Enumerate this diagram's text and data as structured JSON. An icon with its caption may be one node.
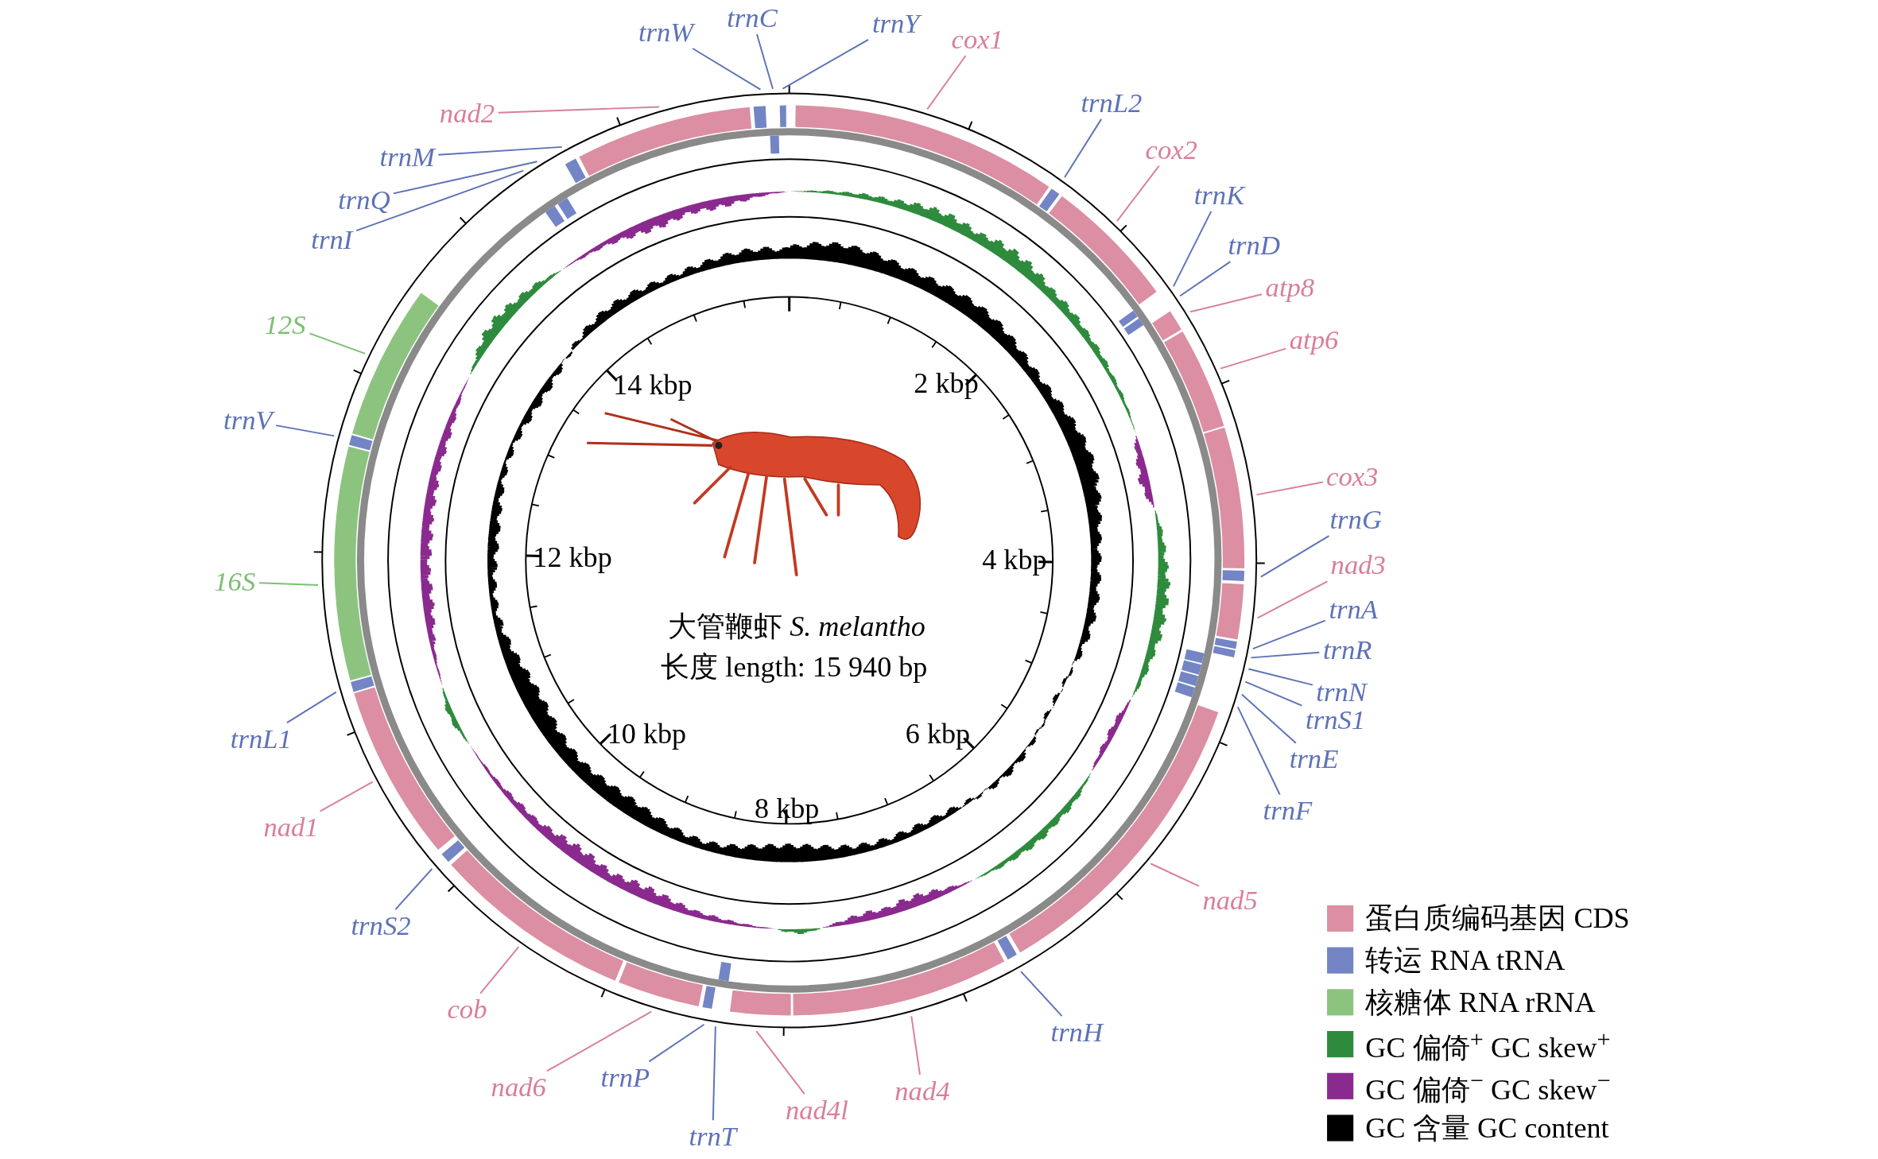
{
  "diagram": {
    "nodes": [
      {
        "text": [
          "trnW"
        ]
      },
      {
        "text": [
          "trnC"
        ]
      },
      {
        "text": [
          "trnY"
        ]
      },
      {
        "text": [
          "cox1"
        ]
      },
      {
        "text": [
          "nad2"
        ]
      },
      {
        "text": [
          "trnL2"
        ]
      },
      {
        "text": [
          "cox2"
        ]
      },
      {
        "text": [
          "trnM"
        ]
      },
      {
        "text": [
          "trnK"
        ]
      },
      {
        "text": [
          "trnQ"
        ]
      },
      {
        "text": [
          "trnD"
        ]
      },
      {
        "text": [
          "trnI"
        ]
      },
      {
        "text": [
          "atp8"
        ]
      },
      {
        "text": [
          "12S"
        ]
      },
      {
        "text": [
          "atp6"
        ]
      },
      {
        "text": [
          "trnV"
        ]
      },
      {
        "text": [
          "cox3"
        ]
      },
      {
        "text": [
          "trnG"
        ]
      },
      {
        "text": [
          "nad3"
        ]
      },
      {
        "text": [
          "16S"
        ]
      },
      {
        "text": [
          "trnA"
        ]
      },
      {
        "text": [
          "trnR"
        ]
      },
      {
        "text": [
          "trnN"
        ]
      },
      {
        "text": [
          "trnS1"
        ]
      },
      {
        "text": [
          "trnL1"
        ]
      },
      {
        "text": [
          "trnE"
        ]
      },
      {
        "text": [
          "trnF"
        ]
      },
      {
        "text": [
          "nad1"
        ]
      },
      {
        "text": [
          "nad5"
        ]
      },
      {
        "text": [
          "trnS2"
        ]
      },
      {
        "text": [
          "cob"
        ]
      },
      {
        "text": [
          "trnH"
        ]
      },
      {
        "text": [
          "nad6"
        ]
      },
      {
        "text": [
          "trnP"
        ]
      },
      {
        "text": [
          "nad4"
        ]
      },
      {
        "text": [
          "nad4l"
        ]
      },
      {
        "text": [
          "trnT"
        ]
      }
    ],
    "edges": [
      {
        "from": 0,
        "to": null,
        "arrow": "none"
      },
      {
        "from": 1,
        "to": null,
        "arrow": "none"
      },
      {
        "from": 2,
        "to": null,
        "arrow": "none"
      },
      {
        "from": 3,
        "to": null,
        "arrow": "none",
        "color": "#d97f98"
      },
      {
        "from": 4,
        "to": null,
        "arrow": "none",
        "color": "#d97f98"
      },
      {
        "from": 5,
        "to": null,
        "arrow": "none"
      },
      {
        "from": 6,
        "to": null,
        "arrow": "none",
        "color": "#d97f98"
      },
      {
        "from": 7,
        "to": null,
        "arrow": "none"
      },
      {
        "from": 8,
        "to": null,
        "arrow": "none"
      },
      {
        "from": 9,
        "to": null,
        "arrow": "none"
      },
      {
        "from": 10,
        "to": null,
        "arrow": "none"
      },
      {
        "from": 11,
        "to": null,
        "arrow": "none"
      },
      {
        "from": 12,
        "to": null,
        "arrow": "none",
        "color": "#d97f98"
      },
      {
        "from": 13,
        "to": null,
        "arrow": "none",
        "color": "#7cbf72"
      },
      {
        "from": 14,
        "to": null,
        "arrow": "none",
        "color": "#d97f98"
      },
      {
        "from": 15,
        "to": null,
        "arrow": "none"
      },
      {
        "from": 16,
        "to": null,
        "arrow": "none",
        "color": "#d97f98"
      },
      {
        "from": 17,
        "to": null,
        "arrow": "none"
      },
      {
        "from": 18,
        "to": null,
        "arrow": "none",
        "color": "#d97f98"
      },
      {
        "from": 19,
        "to": null,
        "arrow": "none",
        "color": "#7cbf72"
      },
      {
        "from": 20,
        "to": null,
        "arrow": "none"
      },
      {
        "from": 21,
        "to": null,
        "arrow": "none"
      },
      {
        "from": 22,
        "to": null,
        "arrow": "none"
      },
      {
        "from": 23,
        "to": null,
        "arrow": "none"
      },
      {
        "from": 24,
        "to": null,
        "arrow": "none"
      },
      {
        "from": 25,
        "to": null,
        "arrow": "none"
      },
      {
        "from": 26,
        "to": null,
        "arrow": "none"
      },
      {
        "from": 27,
        "to": null,
        "arrow": "none",
        "color": "#d97f98"
      },
      {
        "from": 28,
        "to": null,
        "arrow": "none",
        "color": "#d97f98"
      },
      {
        "from": 29,
        "to": null,
        "arrow": "none"
      },
      {
        "from": 30,
        "to": null,
        "arrow": "none",
        "color": "#d97f98"
      },
      {
        "from": 31,
        "to": null,
        "arrow": "none"
      },
      {
        "from": 32,
        "to": null,
        "arrow": "none",
        "color": "#d97f98"
      },
      {
        "from": 33,
        "to": null,
        "arrow": "none"
      },
      {
        "from": 34,
        "to": null,
        "arrow": "none",
        "color": "#d97f98"
      },
      {
        "from": 35,
        "to": null,
        "arrow": "none",
        "color": "#d97f98"
      },
      {
        "from": 36,
        "to": null,
        "arrow": "none"
      }
    ],
    "labels": [
      "14 kbp",
      "2 kbp",
      "12 kbp",
      "4 kbp",
      "10 kbp",
      "6 kbp",
      "8 kbp",
      "大管鞭虾 *S. melantho*",
      "长度 length: 15 940 bp"
    ],
    "legend": [
      {
        "text": "蛋白质编码基因 CDS",
        "color": "#dc8ea3"
      },
      {
        "text": "转运 RNA tRNA",
        "color": "#7385c4"
      },
      {
        "text": "核糖体 RNA rRNA",
        "color": "#8cc47f"
      },
      {
        "text": "GC 偏倚$^{+}$ GC skew$^{+}$",
        "color": "#2e8b3e"
      },
      {
        "text": "GC 偏倚$^{−}$ GC skew$^{−}$",
        "color": "#8b2a8e"
      },
      {
        "text": "GC 含量 GC content",
        "color": "#000000"
      }
    ]
  }
}
